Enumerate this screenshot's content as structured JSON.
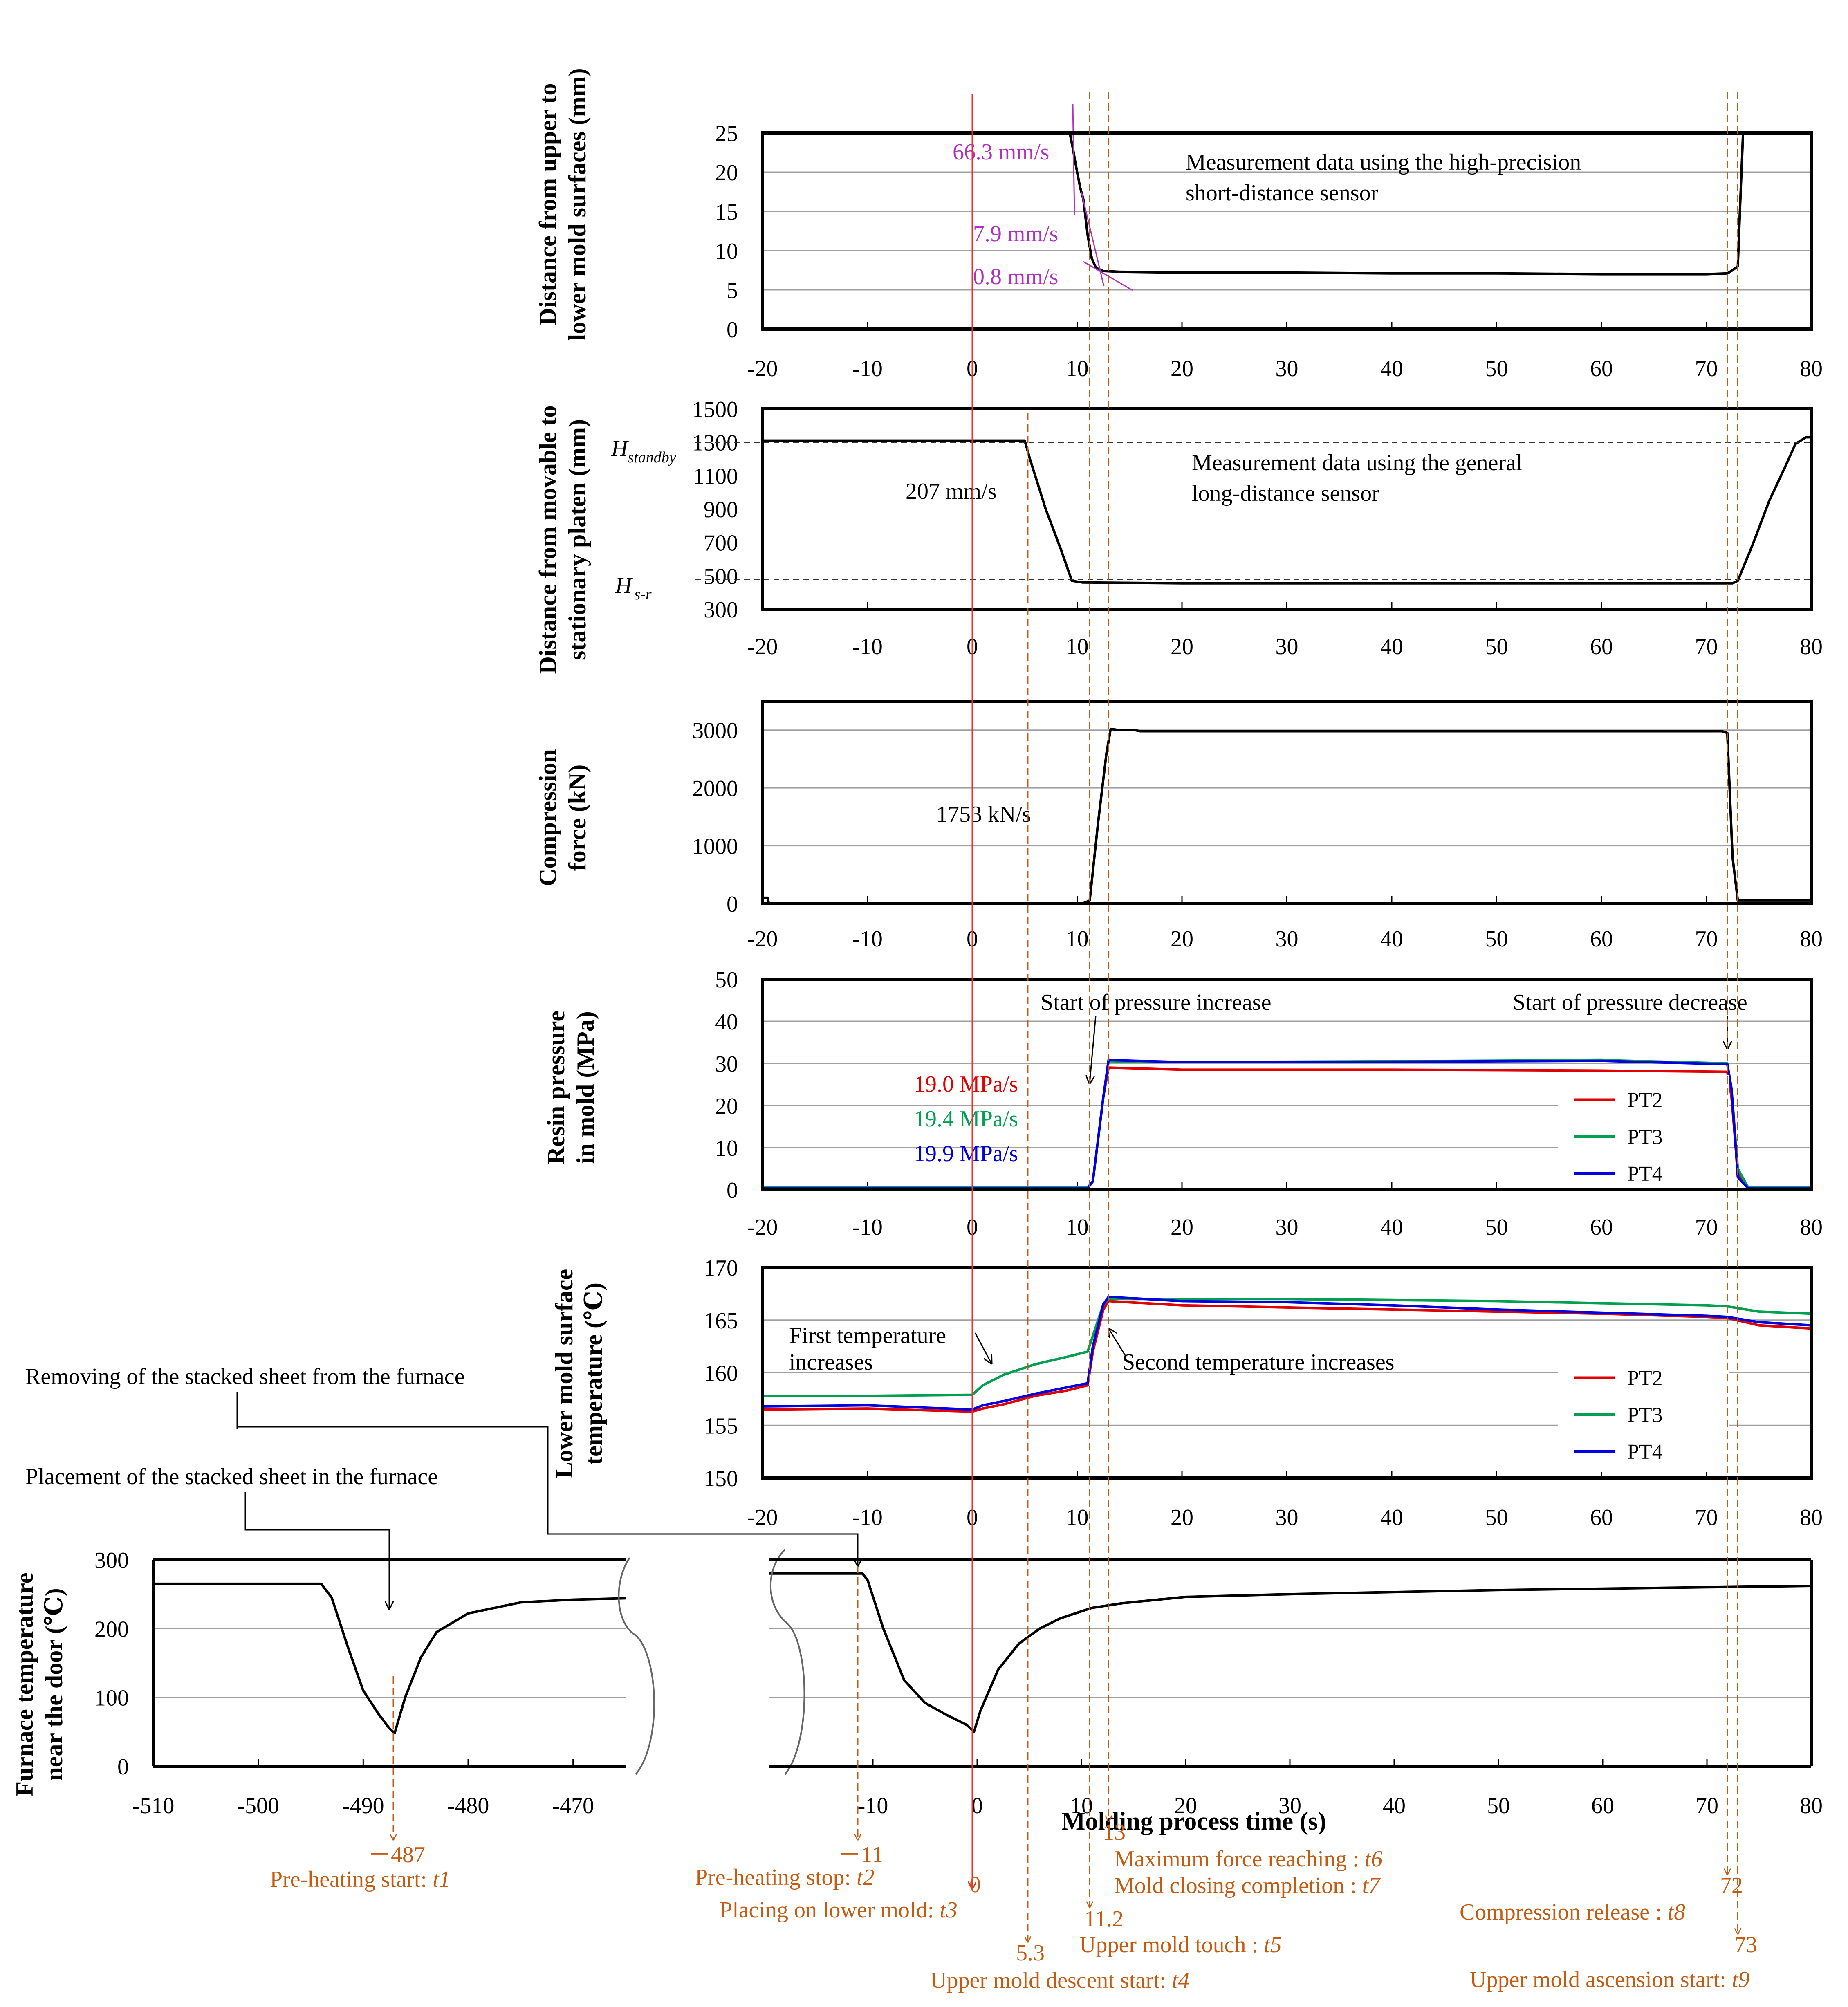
{
  "colors": {
    "event": "#c55a11",
    "zero_line": "#e83030",
    "slope": "#b030c0",
    "pt2": "#e00000",
    "pt3": "#00a050",
    "pt4": "#0000e0",
    "curve": "#000000",
    "grid": "#a0a0a0"
  },
  "x_axis": {
    "ticks": [
      -20,
      -10,
      0,
      10,
      20,
      30,
      40,
      50,
      60,
      70,
      80
    ],
    "label": "Molding process time (s)"
  },
  "chart_data": [
    {
      "id": "distance_mold",
      "type": "line",
      "ylabel_lines": [
        "Distance from upper to",
        "lower mold surfaces (mm)"
      ],
      "ylim": [
        0,
        25
      ],
      "yticks": [
        0,
        5,
        10,
        15,
        20,
        25
      ],
      "xlim": [
        -20,
        80
      ],
      "grid": true,
      "notes": [
        "Measurement data using the high-precision",
        "short-distance sensor"
      ],
      "rates": [
        "66.3 mm/s",
        "7.9 mm/s",
        "0.8 mm/s"
      ],
      "series": [
        {
          "color": "#000000",
          "x": [
            9.3,
            9.6,
            10.0,
            10.3,
            10.6,
            11.0,
            11.4,
            11.8,
            12.5,
            14.0,
            20.0,
            30.0,
            40.0,
            50.0,
            60.0,
            70.0,
            72.0,
            72.5,
            73.0,
            73.2,
            73.5
          ],
          "y": [
            25.0,
            23.0,
            20.0,
            18.0,
            16.5,
            12.0,
            9.0,
            7.8,
            7.4,
            7.3,
            7.2,
            7.2,
            7.1,
            7.1,
            7.0,
            7.0,
            7.1,
            7.5,
            8.0,
            15.0,
            25.0
          ]
        }
      ]
    },
    {
      "id": "distance_platen",
      "type": "line",
      "ylabel_lines": [
        "Distance from movable to",
        "stationary platen (mm)"
      ],
      "ylim": [
        300,
        1500
      ],
      "yticks": [
        300,
        500,
        700,
        900,
        1100,
        1300,
        1500
      ],
      "xlim": [
        -20,
        80
      ],
      "grid": false,
      "notes": [
        "Measurement data using the general",
        "long-distance sensor"
      ],
      "rate": "207 mm/s",
      "ref_labels": [
        "H",
        "standby",
        "H",
        "s-r"
      ],
      "ref_values": [
        1300,
        480
      ],
      "series": [
        {
          "color": "#000000",
          "x": [
            -20,
            5.0,
            5.5,
            7.0,
            8.5,
            9.5,
            10.5,
            20.0,
            40.0,
            60.0,
            72.5,
            73.0,
            74.5,
            76.0,
            77.5,
            78.5,
            79.5,
            80.0
          ],
          "y": [
            1310,
            1310,
            1200,
            900,
            650,
            470,
            460,
            455,
            455,
            455,
            455,
            470,
            700,
            950,
            1150,
            1290,
            1330,
            1330
          ]
        }
      ]
    },
    {
      "id": "compression_force",
      "type": "line",
      "ylabel_lines": [
        "Compression",
        "force (kN)"
      ],
      "ylim": [
        0,
        3500
      ],
      "yticks": [
        0,
        1000,
        2000,
        3000
      ],
      "xlim": [
        -20,
        80
      ],
      "grid": true,
      "rate": "1753 kN/s",
      "series": [
        {
          "color": "#000000",
          "x": [
            -20,
            -19.5,
            -19.4,
            10.5,
            11.2,
            12.0,
            12.8,
            13.2,
            14.0,
            15.5,
            16.0,
            30.0,
            50.0,
            71.5,
            72.0,
            72.5,
            73.0,
            80.0
          ],
          "y": [
            100,
            100,
            0,
            0,
            50,
            1400,
            2600,
            3020,
            3000,
            3000,
            2980,
            2980,
            2980,
            2980,
            2950,
            800,
            50,
            50
          ]
        }
      ]
    },
    {
      "id": "resin_pressure",
      "type": "line",
      "ylabel_lines": [
        "Resin pressure",
        "in mold (MPa)"
      ],
      "ylim": [
        0,
        50
      ],
      "yticks": [
        0,
        10,
        20,
        30,
        40,
        50
      ],
      "xlim": [
        -20,
        80
      ],
      "grid": true,
      "annotations": [
        "Start of pressure increase",
        "Start of pressure decrease"
      ],
      "rates": [
        "19.0 MPa/s",
        "19.4 MPa/s",
        "19.9 MPa/s"
      ],
      "series": [
        {
          "name": "PT2",
          "color": "#e00000",
          "x": [
            -20,
            11.0,
            11.5,
            12.5,
            13.0,
            20,
            40,
            60,
            72.0,
            72.4,
            73.0,
            74.0,
            80
          ],
          "y": [
            0.3,
            0.3,
            2.0,
            22.0,
            29.0,
            28.5,
            28.5,
            28.3,
            28.0,
            22.0,
            4.0,
            0.3,
            0.3
          ]
        },
        {
          "name": "PT3",
          "color": "#00a050",
          "x": [
            -20,
            11.0,
            11.5,
            12.5,
            13.0,
            20,
            40,
            60,
            72.0,
            72.4,
            73.0,
            74.0,
            80
          ],
          "y": [
            0.5,
            0.5,
            2.0,
            22.0,
            30.5,
            30.3,
            30.5,
            30.8,
            30.0,
            24.0,
            5.0,
            0.5,
            0.5
          ]
        },
        {
          "name": "PT4",
          "color": "#0000e0",
          "x": [
            -20,
            11.0,
            11.5,
            12.5,
            13.0,
            20,
            40,
            60,
            72.0,
            72.4,
            73.0,
            74.0,
            80
          ],
          "y": [
            0.3,
            0.3,
            2.0,
            22.0,
            30.8,
            30.3,
            30.4,
            30.6,
            29.8,
            24.0,
            3.0,
            0.3,
            0.3
          ]
        }
      ]
    },
    {
      "id": "mold_surface_temperature",
      "type": "line",
      "ylabel_lines": [
        "Lower mold surface",
        "temperature (℃)"
      ],
      "ylim": [
        150,
        170
      ],
      "yticks": [
        150,
        155,
        160,
        165,
        170
      ],
      "xlim": [
        -20,
        80
      ],
      "grid": true,
      "annotations": [
        "First temperature",
        "increases",
        "Second temperature increases"
      ],
      "series": [
        {
          "name": "PT2",
          "color": "#e00000",
          "x": [
            -20,
            -10,
            0,
            1,
            3,
            6,
            9,
            11.0,
            11.5,
            12.5,
            13.0,
            20,
            30,
            40,
            50,
            60,
            70,
            72,
            75,
            80
          ],
          "y": [
            156.5,
            156.6,
            156.3,
            156.6,
            157.0,
            157.8,
            158.3,
            158.8,
            162.0,
            166.0,
            166.8,
            166.4,
            166.2,
            166.0,
            165.8,
            165.6,
            165.3,
            165.2,
            164.5,
            164.2
          ]
        },
        {
          "name": "PT3",
          "color": "#00a050",
          "x": [
            -20,
            -10,
            0,
            1,
            3,
            6,
            9,
            11.0,
            11.5,
            12.5,
            13.0,
            20,
            30,
            40,
            50,
            60,
            70,
            72,
            75,
            80
          ],
          "y": [
            157.8,
            157.8,
            157.9,
            158.8,
            159.8,
            160.8,
            161.5,
            162.0,
            163.5,
            166.5,
            167.0,
            167.0,
            167.0,
            166.9,
            166.8,
            166.6,
            166.4,
            166.3,
            165.8,
            165.6
          ]
        },
        {
          "name": "PT4",
          "color": "#0000e0",
          "x": [
            -20,
            -10,
            0,
            1,
            3,
            6,
            9,
            11.0,
            11.5,
            12.5,
            13.0,
            20,
            30,
            40,
            50,
            60,
            70,
            72,
            75,
            80
          ],
          "y": [
            156.8,
            156.9,
            156.5,
            156.9,
            157.3,
            158.0,
            158.6,
            159.0,
            162.5,
            166.5,
            167.2,
            166.8,
            166.7,
            166.4,
            166.0,
            165.7,
            165.4,
            165.3,
            164.8,
            164.5
          ]
        }
      ]
    },
    {
      "id": "furnace_temperature",
      "type": "line",
      "ylabel_lines": [
        "Furnace temperature",
        "near the door (℃)"
      ],
      "ylim": [
        0,
        300
      ],
      "yticks": [
        0,
        100,
        200,
        300
      ],
      "grid": true,
      "panels": [
        {
          "xlim": [
            -510,
            -465
          ],
          "xticks": [
            -510,
            -500,
            -490,
            -480,
            -470
          ],
          "x": [
            -510,
            -494,
            -493,
            -491.5,
            -490,
            -488.5,
            -487.5,
            -487.0,
            -486.0,
            -484.5,
            -483,
            -480,
            -475,
            -470,
            -465
          ],
          "y": [
            265,
            265,
            245,
            175,
            110,
            75,
            55,
            48,
            100,
            158,
            195,
            222,
            238,
            242,
            244
          ]
        },
        {
          "xlim": [
            -20,
            80
          ],
          "xticks": [
            -10,
            0,
            10,
            20,
            30,
            40,
            50,
            60,
            70,
            80
          ],
          "x": [
            -20,
            -11.0,
            -10.5,
            -9,
            -7,
            -5,
            -3,
            -1,
            -0.3,
            0.3,
            2,
            4,
            6,
            8,
            11,
            14,
            20,
            30,
            40,
            50,
            60,
            70,
            80
          ],
          "y": [
            280,
            280,
            270,
            200,
            125,
            92,
            75,
            60,
            50,
            80,
            140,
            178,
            200,
            215,
            230,
            237,
            246,
            250,
            253,
            256,
            258,
            260,
            262
          ]
        }
      ]
    }
  ],
  "events": [
    {
      "value": "－487",
      "label": "Pre-heating start: ",
      "sym": "t1"
    },
    {
      "value": "－11",
      "label": "Pre-heating stop: ",
      "sym": "t2"
    },
    {
      "value": "0",
      "label": "Placing on lower mold: ",
      "sym": "t3"
    },
    {
      "value": "5.3",
      "label": "Upper mold descent start: ",
      "sym": "t4"
    },
    {
      "value": "11.2",
      "label": "Upper mold touch : ",
      "sym": "t5"
    },
    {
      "value": "13",
      "label1": "Maximum force reaching : ",
      "sym1": "t6",
      "label2": "Mold closing completion : ",
      "sym2": "t7"
    },
    {
      "value": "72",
      "label": "Compression release : ",
      "sym": "t8"
    },
    {
      "value": "73",
      "label": "Upper mold ascension start: ",
      "sym": "t9"
    }
  ],
  "callouts": [
    "Removing of the stacked sheet from the furnace",
    "Placement of the stacked sheet in the furnace"
  ]
}
